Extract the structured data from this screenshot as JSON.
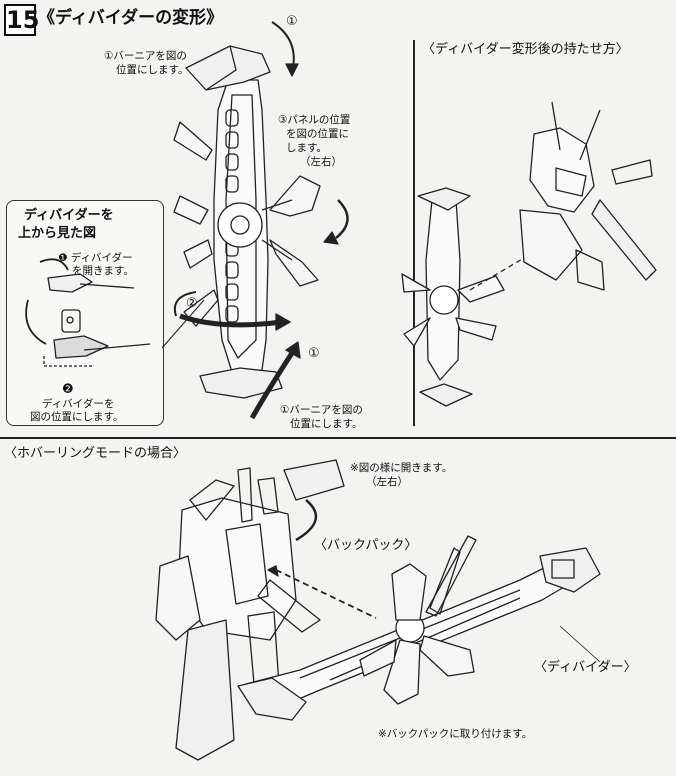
{
  "step": {
    "number": "15",
    "title": "《ディバイダーの変形》"
  },
  "callouts": {
    "top_circle": "①",
    "thruster_top_line1": "①バーニアを図の",
    "thruster_top_line2": "位置にします。",
    "panel_line1": "③パネルの位置",
    "panel_line2": "を図の位置に",
    "panel_line3": "します。",
    "panel_line4": "（左右）",
    "step2_circle": "②",
    "bottom_circle": "①",
    "thruster_bottom_line1": "①バーニアを図の",
    "thruster_bottom_line2": "位置にします。"
  },
  "inset": {
    "title_line1": "ディバイダーを",
    "title_line2": "上から見た図",
    "step1_line1": "❶ ディバイダー",
    "step1_line2": "を開きます。",
    "step2_num": "❷",
    "step2_line1": "ディバイダーを",
    "step2_line2": "図の位置にします。"
  },
  "right_section": {
    "title": "〈ディバイダー変形後の持たせ方〉"
  },
  "hover_section": {
    "title": "〈ホバーリングモードの場合〉",
    "note1_line1": "※図の様に開きます。",
    "note1_line2": "（左右）",
    "backpack_label": "〈バックパック〉",
    "divider_label": "〈ディバイダー〉",
    "note2": "※バックパックに取り付けます。"
  }
}
